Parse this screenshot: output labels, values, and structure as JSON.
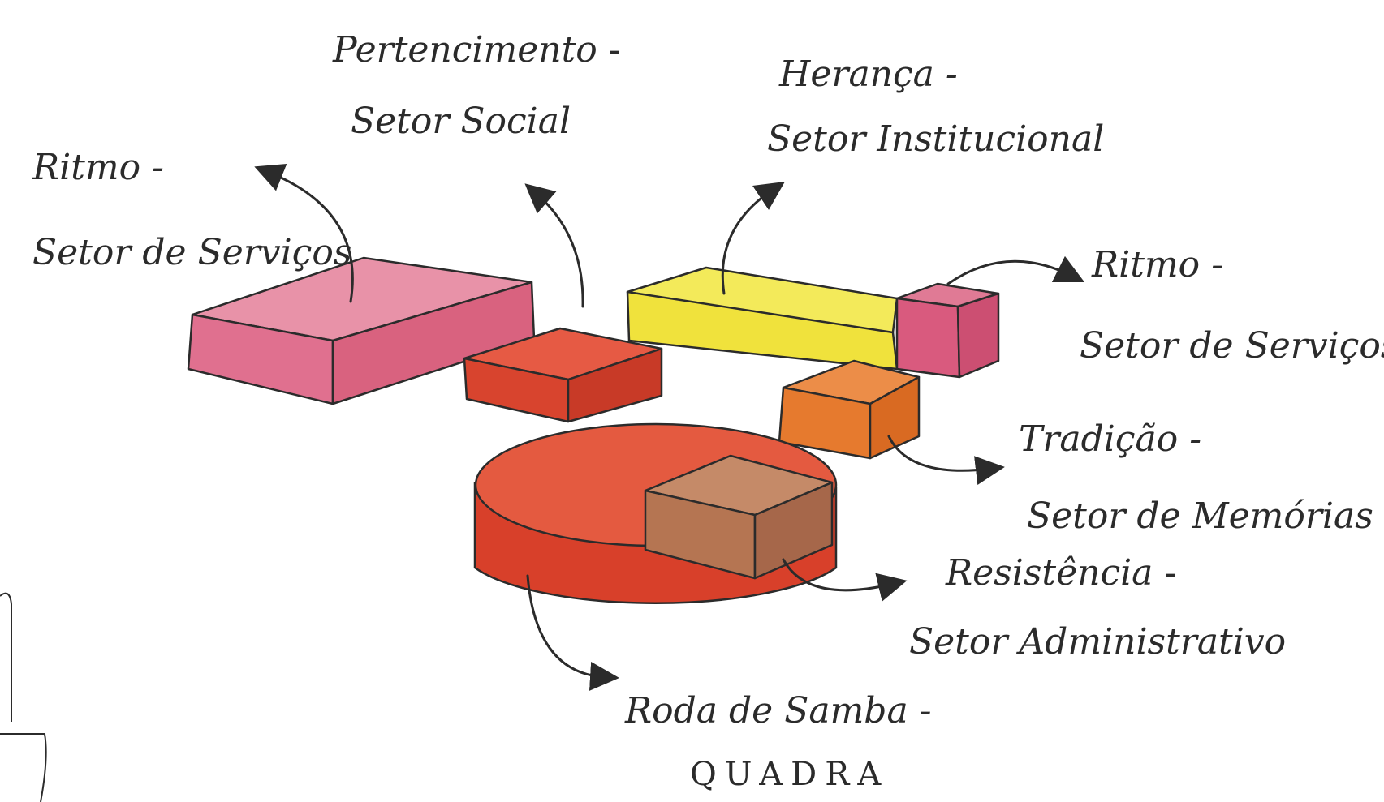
{
  "labels": {
    "pertencimento_title": "Pertencimento -",
    "pertencimento_sub": "Setor Social",
    "heranca_title": "Herança -",
    "heranca_sub": "Setor Institucional",
    "ritmo_left_title": "Ritmo -",
    "ritmo_left_sub": "Setor de Serviços",
    "ritmo_right_title": "Ritmo -",
    "ritmo_right_sub": "Setor de Serviços",
    "tradicao_title": "Tradição -",
    "tradicao_sub": "Setor de Memórias",
    "resistencia_title": "Resistência -",
    "resistencia_sub": "Setor Administrativo",
    "roda_title": "Roda de Samba -",
    "roda_sub": "QUADRA"
  },
  "colors": {
    "pink_block": "#e0708f",
    "red_block": "#d8442e",
    "yellow_block": "#f0e23c",
    "pink_small_block": "#d95a7e",
    "orange_block": "#e67a2e",
    "brown_block": "#b57552",
    "roda_cylinder": "#e0452f",
    "ink": "#2b2b2b"
  }
}
